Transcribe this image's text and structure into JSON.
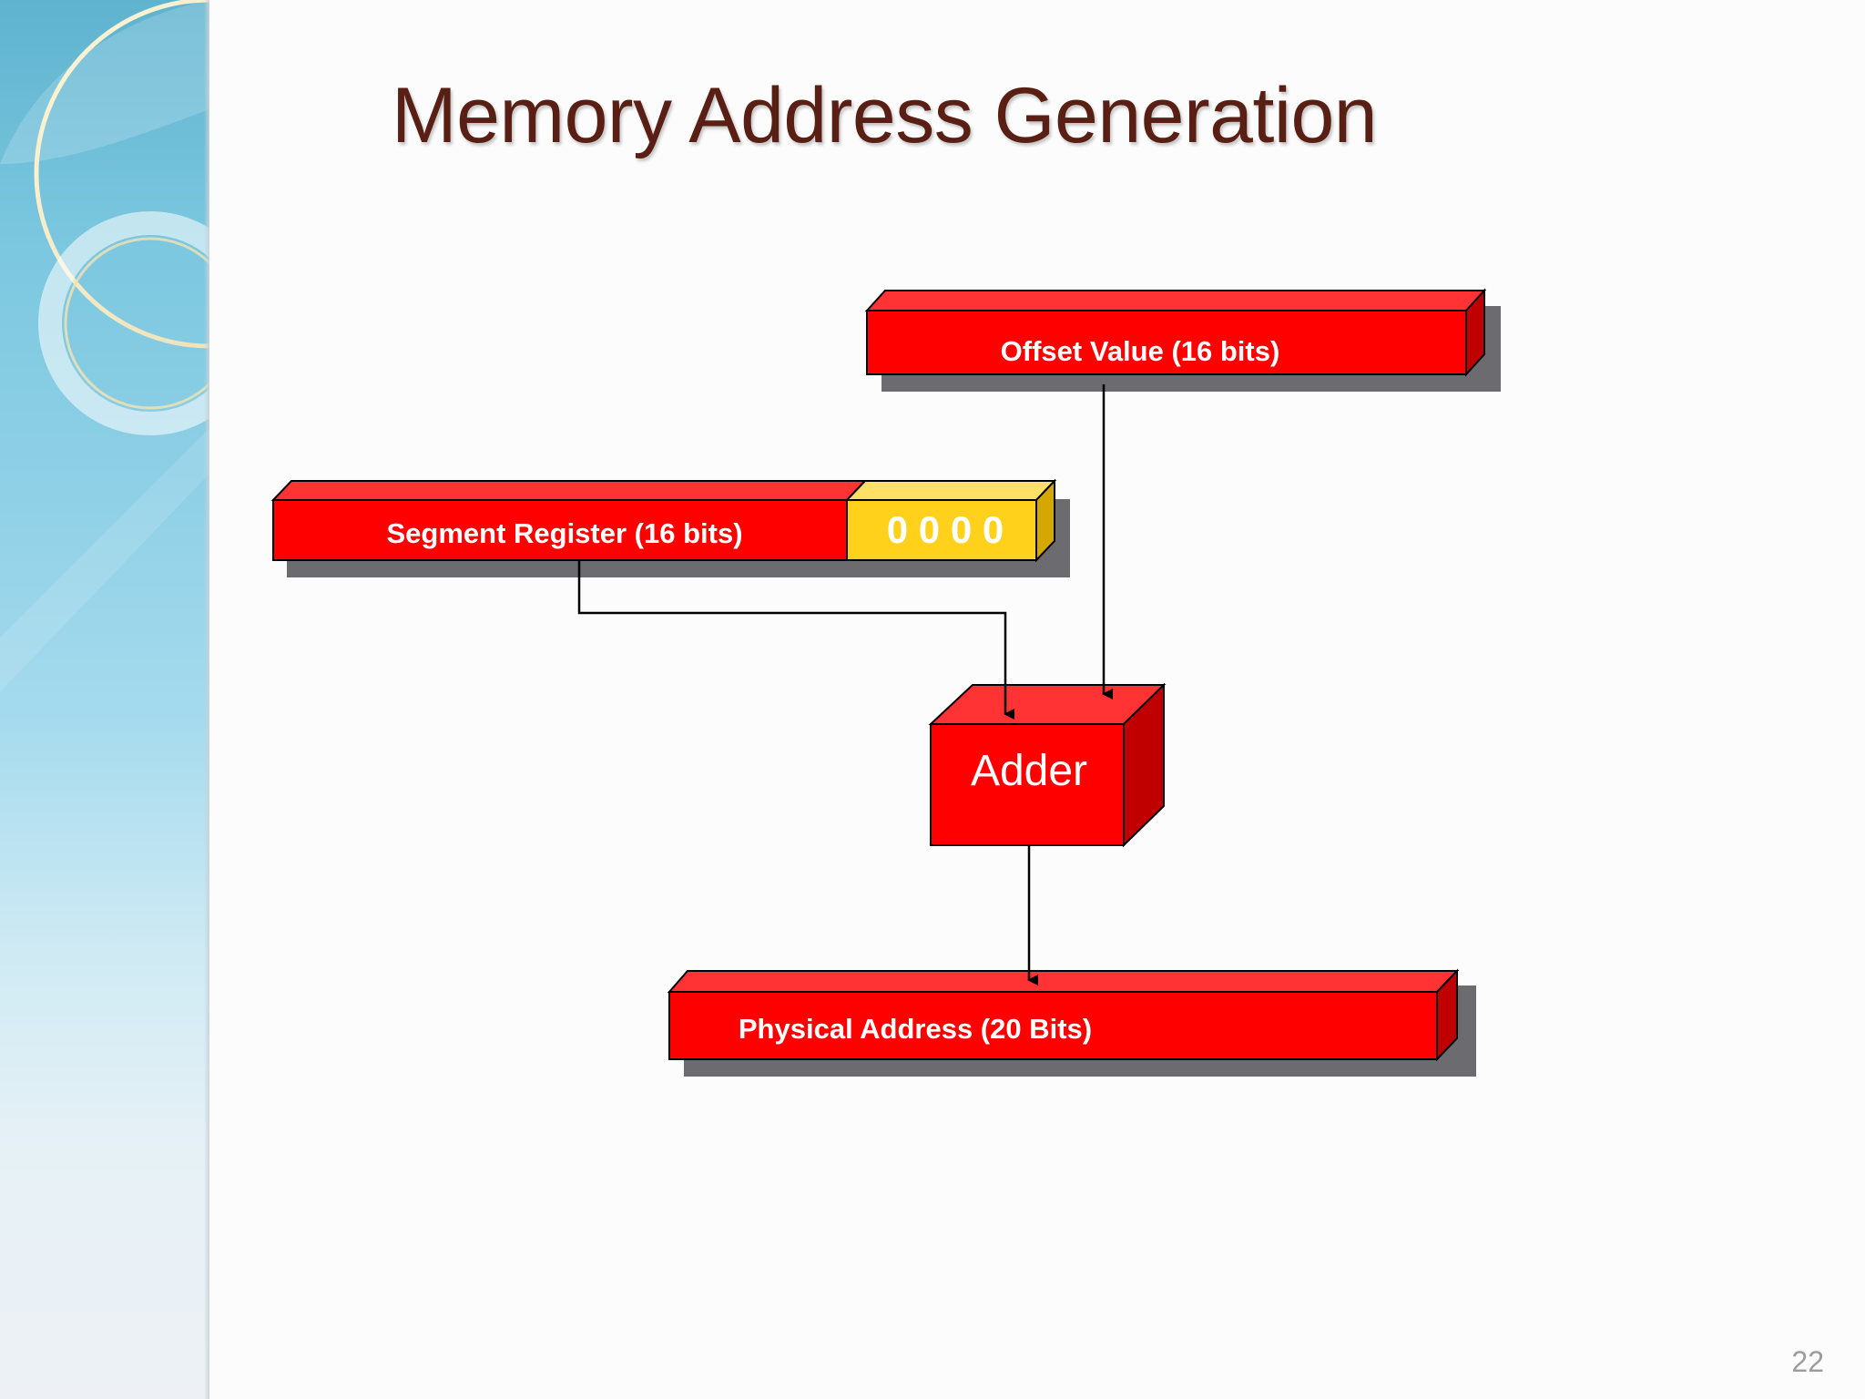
{
  "slide": {
    "title": "Memory Address Generation",
    "page_number": "22"
  },
  "diagram": {
    "offset_box": {
      "label": "Offset Value (16 bits)"
    },
    "segment_box": {
      "label": "Segment Register (16 bits)"
    },
    "zero_pad_box": {
      "label": "0 0 0 0"
    },
    "adder_box": {
      "label": "Adder"
    },
    "physical_box": {
      "label": "Physical Address (20 Bits)"
    }
  },
  "colors": {
    "box_front": "#ff0000",
    "box_top": "#ff3333",
    "box_side": "#c00000",
    "zero_pad_front": "#ffd11a",
    "zero_pad_side": "#d4a800",
    "shadow": "#6b6b70",
    "title": "#5a1f14"
  }
}
